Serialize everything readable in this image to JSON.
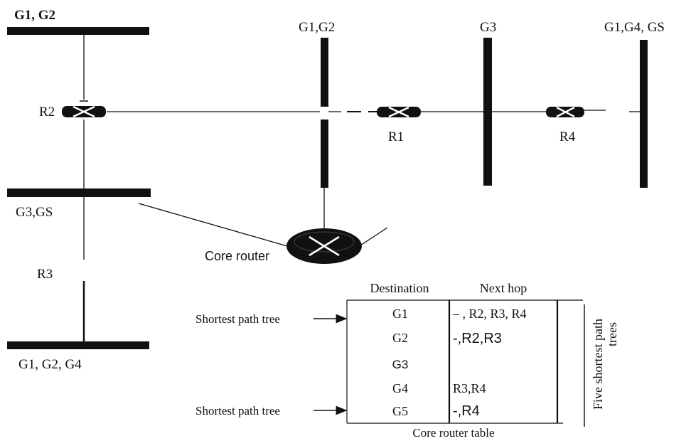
{
  "networks": {
    "top_left": "G1, G2",
    "middle": "G1,G2",
    "g3": "G3",
    "right": "G1,G4, GS",
    "left_middle": "G3,GS",
    "bottom_left": "G1, G2, G4"
  },
  "routers": {
    "r1": "R1",
    "r2": "R2",
    "r3": "R3",
    "r4": "R4",
    "core": "Core router"
  },
  "table": {
    "header_destination": "Destination",
    "header_next_hop": "Next hop",
    "rows": [
      {
        "destination": "G1",
        "next_hop": "– , R2, R3, R4"
      },
      {
        "destination": "G2",
        "next_hop": "-,R2,R3"
      },
      {
        "destination": "G3",
        "next_hop": ""
      },
      {
        "destination": "G4",
        "next_hop": "R3,R4"
      },
      {
        "destination": "G5",
        "next_hop": "-,R4"
      }
    ],
    "caption": "Core router table",
    "side_label_line1": "Five shortest path",
    "side_label_line2": "trees",
    "arrow_label_1": "Shortest path tree",
    "arrow_label_2": "Shortest path tree"
  }
}
